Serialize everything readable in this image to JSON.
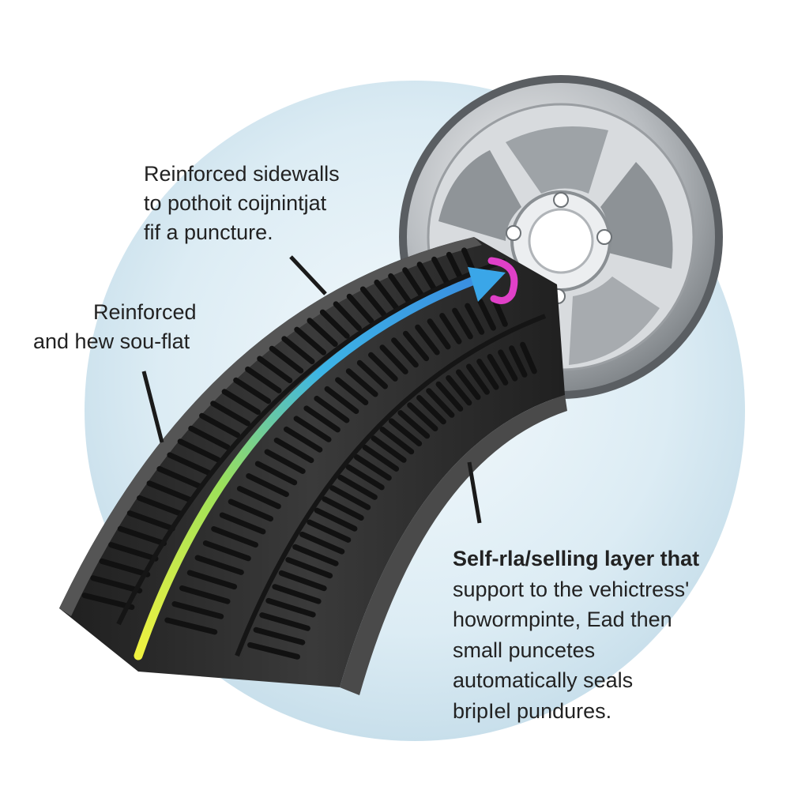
{
  "callouts": {
    "top": {
      "lines": [
        "Reinforced sidewalls",
        "to pothoit coijnintjat",
        "fif a puncture."
      ]
    },
    "middle": {
      "lines": [
        "Reinforced",
        "and hew sou-flat"
      ]
    },
    "bottom": {
      "lines": [
        "Self-rla/selling layer that",
        "support to the vehictress'",
        "howormpinte, Ead then",
        "small puncetes",
        "automatically seals",
        "bripIel pundures."
      ]
    }
  },
  "colors": {
    "background_circle": "#d3e6f0",
    "tread_rubber": "#2c2c2c",
    "rim_silver": "#b8bcc0",
    "flow_arrow_start": "#e8ef3c",
    "flow_arrow_mid": "#40b8e0",
    "flow_arrow_tip": "#e040c8"
  },
  "icons": [
    "wheel-rim-icon",
    "tire-tread-icon",
    "flow-arrow-icon"
  ]
}
